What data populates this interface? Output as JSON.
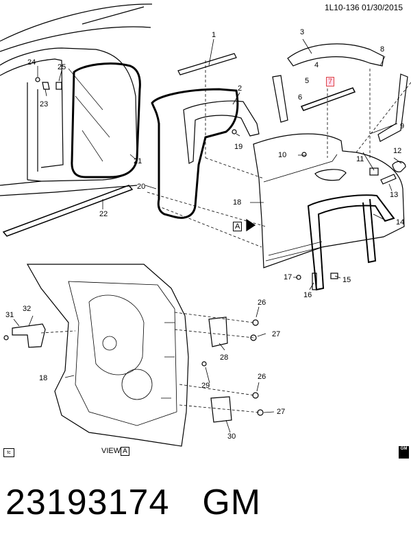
{
  "header": {
    "doc_id": "1L10-136 01/30/2015"
  },
  "callouts": [
    "1",
    "2",
    "3",
    "4",
    "5",
    "6",
    "7",
    "8",
    "9",
    "10",
    "11",
    "12",
    "13",
    "14",
    "15",
    "16",
    "17",
    "18",
    "19",
    "20",
    "21",
    "22",
    "23",
    "24",
    "25",
    "18",
    "26",
    "27",
    "28",
    "29",
    "26",
    "27",
    "30",
    "31",
    "32",
    "18"
  ],
  "highlighted_callout": "7",
  "view_a_arrow": "A",
  "view_label": {
    "text": "VIEW",
    "box": "A"
  },
  "badge_tc": "tc",
  "logo": "GM",
  "caption": {
    "part_number": "23193174",
    "brand": "GM"
  },
  "colors": {
    "ink": "#000000",
    "highlight": "#dd4444",
    "highlight_bg": "#ffdde6"
  }
}
